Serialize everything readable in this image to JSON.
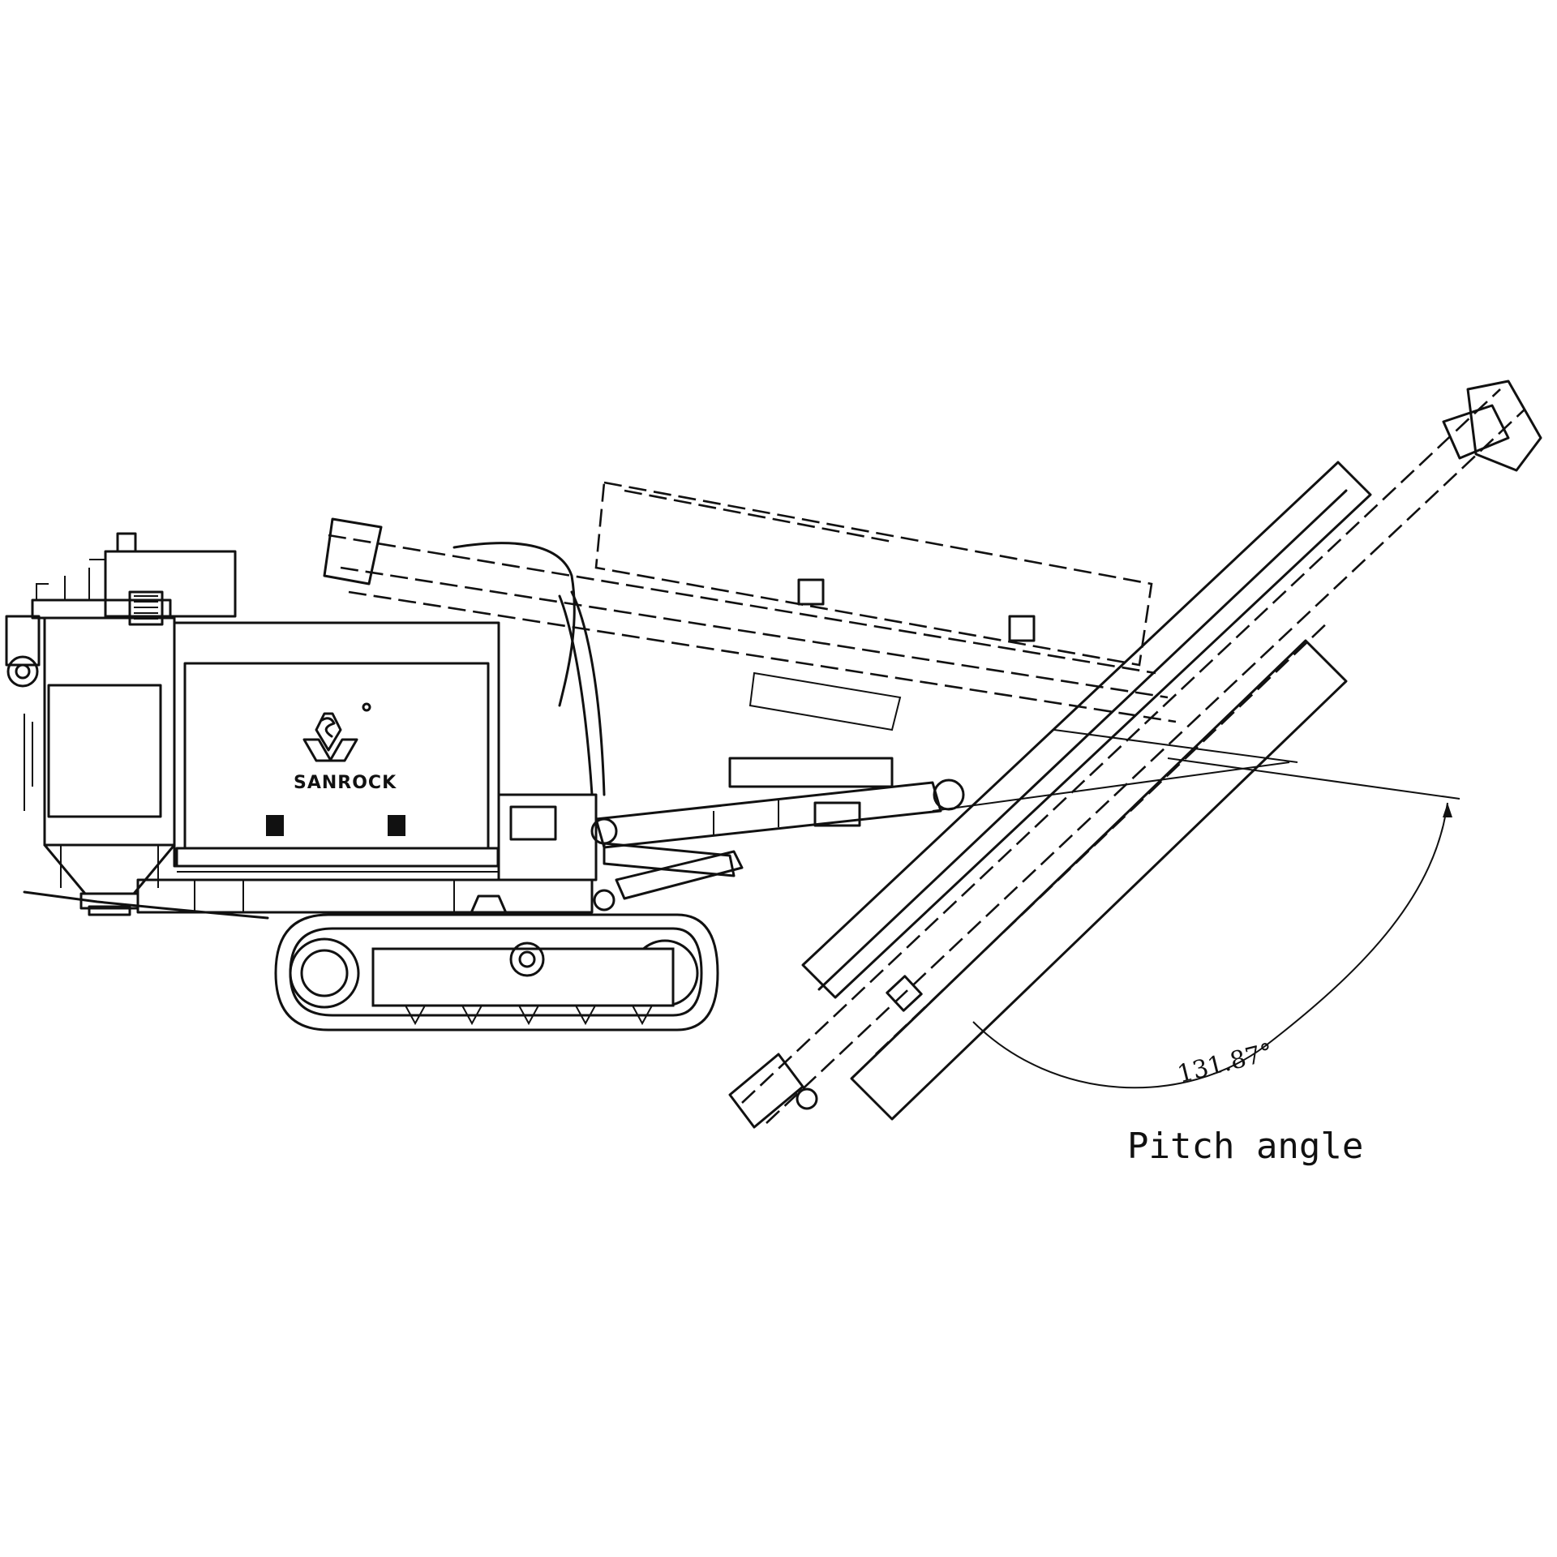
{
  "brand": {
    "name": "SANROCK",
    "logo_icon": "sanrock-logo-icon"
  },
  "annotation": {
    "angle_value": "131.87°",
    "caption": "Pitch angle"
  },
  "colors": {
    "line": "#111111",
    "background": "#ffffff"
  }
}
